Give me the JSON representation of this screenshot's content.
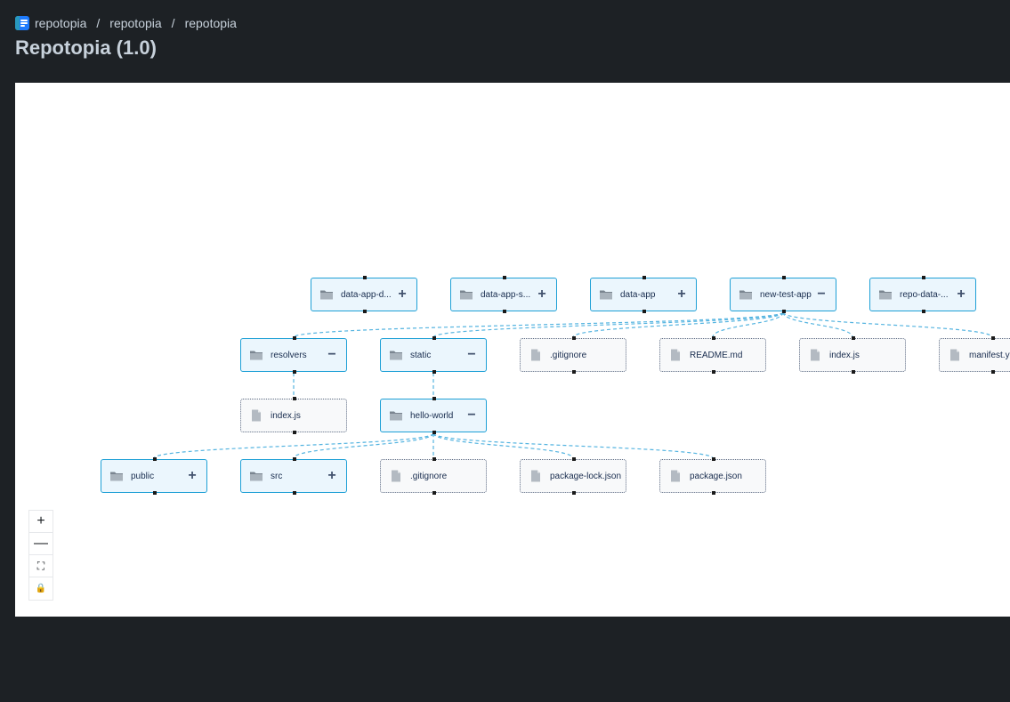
{
  "breadcrumbs": [
    "repotopia",
    "repotopia",
    "repotopia"
  ],
  "breadcrumb_separator": "/",
  "page_title": "Repotopia (1.0)",
  "colors": {
    "folder_border": "#1ea0d6",
    "edge": "#55b4e0",
    "folder_bg": "#ebf6fd"
  },
  "nodes": [
    {
      "id": "n1",
      "label": "data-app-d...",
      "kind": "folder",
      "toggle": "+"
    },
    {
      "id": "n2",
      "label": "data-app-s...",
      "kind": "folder",
      "toggle": "+"
    },
    {
      "id": "n3",
      "label": "data-app",
      "kind": "folder",
      "toggle": "+"
    },
    {
      "id": "n4",
      "label": "new-test-app",
      "kind": "folder",
      "toggle": "−"
    },
    {
      "id": "n5",
      "label": "repo-data-...",
      "kind": "folder",
      "toggle": "+"
    },
    {
      "id": "n6",
      "label": "resolvers",
      "kind": "folder",
      "toggle": "−"
    },
    {
      "id": "n7",
      "label": "static",
      "kind": "folder",
      "toggle": "−"
    },
    {
      "id": "n8",
      "label": ".gitignore",
      "kind": "file"
    },
    {
      "id": "n9",
      "label": "README.md",
      "kind": "file"
    },
    {
      "id": "n10",
      "label": "index.js",
      "kind": "file"
    },
    {
      "id": "n11",
      "label": "manifest.yml",
      "kind": "file"
    },
    {
      "id": "n12",
      "label": "index.js",
      "kind": "file"
    },
    {
      "id": "n13",
      "label": "hello-world",
      "kind": "folder",
      "toggle": "−"
    },
    {
      "id": "n14",
      "label": "public",
      "kind": "folder",
      "toggle": "+"
    },
    {
      "id": "n15",
      "label": "src",
      "kind": "folder",
      "toggle": "+"
    },
    {
      "id": "n16",
      "label": ".gitignore",
      "kind": "file"
    },
    {
      "id": "n17",
      "label": "package-lock.json",
      "kind": "file"
    },
    {
      "id": "n18",
      "label": "package.json",
      "kind": "file"
    }
  ],
  "edges": [
    [
      "n4",
      "n6"
    ],
    [
      "n4",
      "n7"
    ],
    [
      "n4",
      "n8"
    ],
    [
      "n4",
      "n9"
    ],
    [
      "n4",
      "n10"
    ],
    [
      "n4",
      "n11"
    ],
    [
      "n6",
      "n12"
    ],
    [
      "n7",
      "n13"
    ],
    [
      "n13",
      "n14"
    ],
    [
      "n13",
      "n15"
    ],
    [
      "n13",
      "n16"
    ],
    [
      "n13",
      "n17"
    ],
    [
      "n13",
      "n18"
    ]
  ],
  "controls": [
    {
      "name": "zoom-in",
      "glyph": "+"
    },
    {
      "name": "zoom-out",
      "glyph": "—"
    },
    {
      "name": "fit-view",
      "glyph": "⛶"
    },
    {
      "name": "lock",
      "glyph": "🔒"
    }
  ]
}
